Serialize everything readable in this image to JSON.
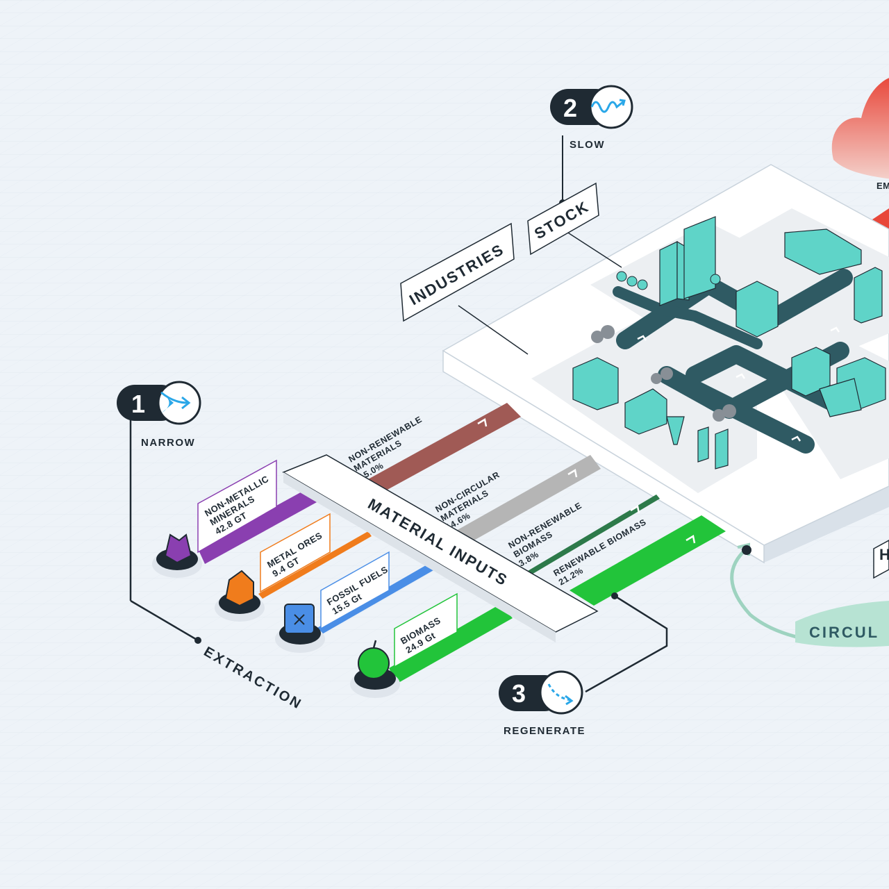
{
  "steps": [
    {
      "number": "1",
      "label": "NARROW",
      "icon": "narrow-arrow-icon",
      "color": "#2aa7e8"
    },
    {
      "number": "2",
      "label": "SLOW",
      "icon": "wave-arrow-icon",
      "color": "#2aa7e8"
    },
    {
      "number": "3",
      "label": "REGENERATE",
      "icon": "dashed-curve-arrow-icon",
      "color": "#2aa7e8"
    }
  ],
  "labels": {
    "industries": "INDUSTRIES",
    "stock": "STOCK",
    "material_inputs": "MATERIAL INPUTS",
    "extraction": "EXTRACTION",
    "circular": "CIRCUL",
    "emissions_partial": "EM",
    "right_box_partial": "H"
  },
  "sources": [
    {
      "line1": "NON-METALLIC",
      "line2": "MINERALS",
      "value": "42.8 GT",
      "color": "#8a3fb0",
      "icon": "minerals-icon"
    },
    {
      "line1": "METAL ORES",
      "line2": "",
      "value": "9.4 GT",
      "color": "#f07c1c",
      "icon": "metal-ore-icon"
    },
    {
      "line1": "FOSSIL FUELS",
      "line2": "",
      "value": "15.5 Gt",
      "color": "#4a8ee6",
      "icon": "fuel-can-icon"
    },
    {
      "line1": "BIOMASS",
      "line2": "",
      "value": "24.9 Gt",
      "color": "#22c43a",
      "icon": "apple-icon"
    }
  ],
  "flows": [
    {
      "line1": "NON-RENEWABLE",
      "line2": "MATERIALS",
      "value": "15.0%",
      "color": "#a05a55"
    },
    {
      "line1": "NON-CIRCULAR",
      "line2": "MATERIALS",
      "value": "14.6%",
      "color": "#b5b5b5"
    },
    {
      "line1": "NON-RENEWABLE",
      "line2": "BIOMASS",
      "value": "3.8%",
      "color": "#2d7a4a"
    },
    {
      "line1": "RENEWABLE BIOMASS",
      "line2": "",
      "value": "21.2%",
      "color": "#22c43a"
    }
  ],
  "colors": {
    "background": "#eef3f8",
    "platform": "#ffffff",
    "teal": "#5fd4c8",
    "road": "#2f5a63",
    "dark": "#1f2a33",
    "cloud": "#e8473a"
  }
}
